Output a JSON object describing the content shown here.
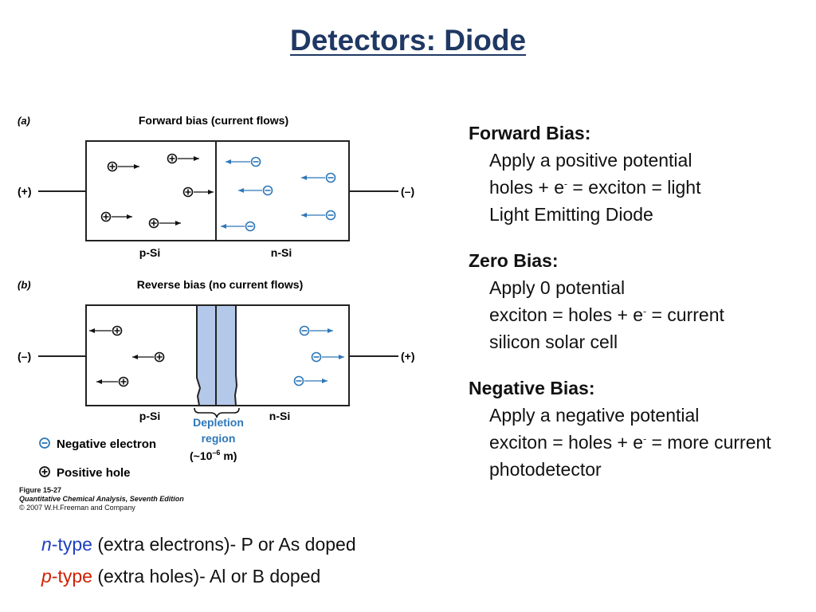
{
  "title": "Detectors: Diode",
  "diagram": {
    "panel_a": {
      "tag": "(a)",
      "heading": "Forward bias (current flows)",
      "left_terminal": "(+)",
      "right_terminal": "(–)",
      "left_region": "p-Si",
      "right_region": "n-Si"
    },
    "panel_b": {
      "tag": "(b)",
      "heading": "Reverse bias (no current flows)",
      "left_terminal": "(–)",
      "right_terminal": "(+)",
      "left_region": "p-Si",
      "right_region": "n-Si",
      "depletion_line1": "Depletion",
      "depletion_line2": "region",
      "depletion_size": "(~10",
      "depletion_exp": "–6",
      "depletion_unit": " m)"
    },
    "legend": {
      "negative": "Negative electron",
      "positive": "Positive hole"
    },
    "caption": {
      "figure": "Figure 15-27",
      "book": "Quantitative Chemical Analysis, Seventh Edition",
      "copyright": "© 2007 W.H.Freeman and Company"
    },
    "colors": {
      "electron": "#2d77b8",
      "depletion": "#b4c8ea"
    }
  },
  "bias_notes": {
    "forward": {
      "heading": "Forward Bias:",
      "line1": "Apply a positive potential",
      "line2_a": "holes + e",
      "line2_sup": "-",
      "line2_b": " = exciton = light",
      "line3": "Light Emitting Diode"
    },
    "zero": {
      "heading": "Zero Bias:",
      "line1": "Apply 0 potential",
      "line2_a": "exciton = holes + e",
      "line2_sup": "-",
      "line2_b": " = current",
      "line3": "silicon solar cell"
    },
    "negative": {
      "heading": "Negative Bias:",
      "line1": "Apply a negative potential",
      "line2_a": "exciton = holes + e",
      "line2_sup": "-",
      "line2_b": " = more current",
      "line3": "photodetector"
    }
  },
  "doping": {
    "n_letter": "n",
    "n_word": "-type",
    "n_rest": " (extra electrons)- P or As doped",
    "p_letter": "p",
    "p_word": "-type",
    "p_rest": " (extra holes)- Al or B doped"
  }
}
